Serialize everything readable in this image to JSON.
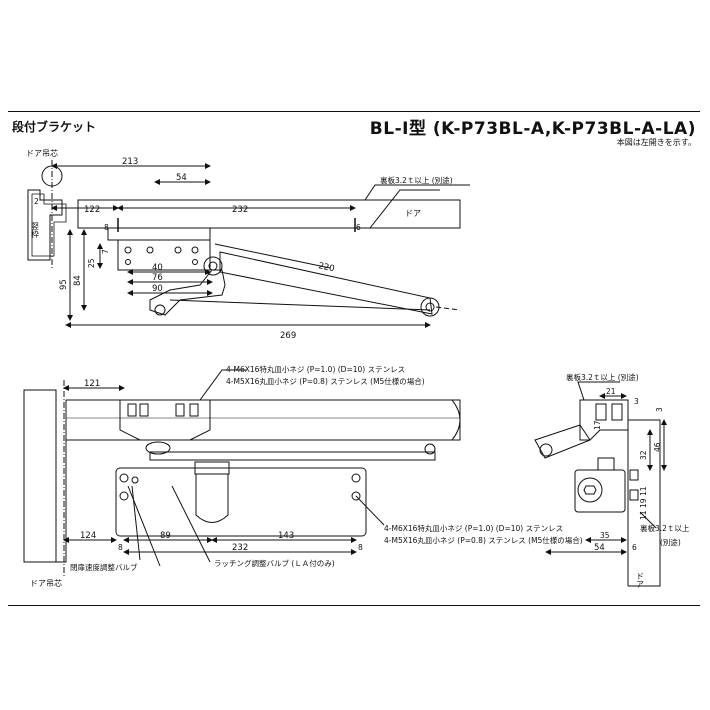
{
  "header": {
    "section_title": "段付ブラケット",
    "model_title": "BL-Ⅰ型 (K-P73BL-A,K-P73BL-A-LA)",
    "note": "本図は左開きを示す。"
  },
  "top_view": {
    "door_axis": "ドア吊芯",
    "frame_label": "竪枠",
    "door_label": "ドア",
    "backing_plate": "裏板3.2ｔ以上 (別途)",
    "dims": {
      "d213": "213",
      "d54": "54",
      "d122": "122",
      "d232": "232",
      "d2": "2",
      "d40": "40",
      "d76": "76",
      "d90": "90",
      "d269": "269",
      "d220": "220",
      "d84": "84",
      "d95": "95",
      "d25": "25",
      "d7": "7",
      "d8": "8",
      "d6": "6"
    }
  },
  "front_view": {
    "door_axis": "ドア吊芯",
    "screws_top_1": "4-M6X16特丸皿小ネジ (P=1.0) (D=10) ステンレス",
    "screws_top_2": "4-M5X16丸皿小ネジ (P=0.8) ステンレス (M5仕様の場合)",
    "screws_bot_1": "4-M6X16特丸皿小ネジ (P=1.0) (D=10) ステンレス",
    "screws_bot_2": "4-M5X16丸皿小ネジ (P=0.8) ステンレス (M5仕様の場合)",
    "valve_speed": "閉扉速度調整バルブ",
    "valve_latch": "ラッチング調整バルブ (ＬＡ付のみ)",
    "dims": {
      "d121": "121",
      "d124": "124",
      "d89": "89",
      "d143": "143",
      "d232": "232",
      "d8a": "8",
      "d8b": "8"
    }
  },
  "side_view": {
    "backing_plate_top": "裏板3.2ｔ以上 (別途)",
    "backing_plate_bot_1": "裏板3.2ｔ以上",
    "backing_plate_bot_2": "(別途)",
    "door_label": "ドア",
    "dims": {
      "d21": "21",
      "d3a": "3",
      "d3b": "3",
      "d17": "17",
      "d32": "32",
      "d46": "46",
      "d11a": "11",
      "d19": "19",
      "d11b": "11",
      "d35": "35",
      "d54": "54",
      "d6": "6"
    }
  }
}
